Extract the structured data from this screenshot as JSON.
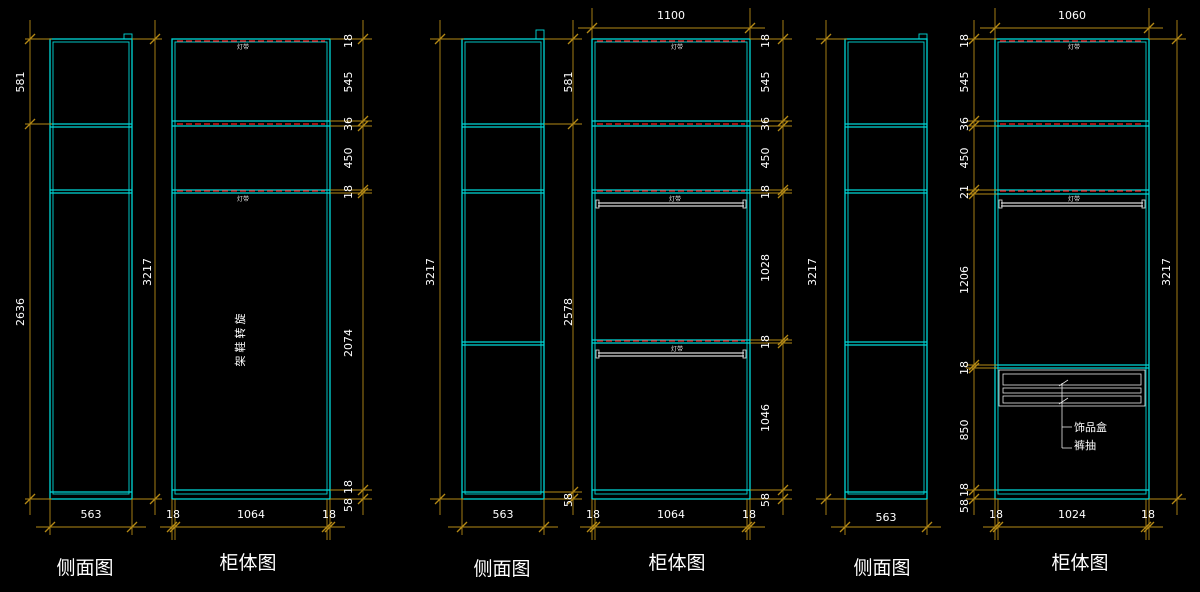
{
  "drawings": [
    {
      "side_view": {
        "caption": "侧面图",
        "width_dim": "563",
        "height_dims": [
          "581",
          "2636"
        ],
        "overall_dim": "3217"
      },
      "cabinet_view": {
        "caption": "柜体图",
        "width_dims": [
          "18",
          "1064",
          "18"
        ],
        "right_dims": [
          "18",
          "545",
          "36",
          "450",
          "18",
          "2074",
          "18",
          "58"
        ],
        "light_labels": [
          "灯带",
          "灯带"
        ],
        "note_lines": [
          "旋",
          "转",
          "鞋",
          "架"
        ]
      }
    },
    {
      "side_view": {
        "caption": "侧面图",
        "width_dim": "563",
        "height_dims": [
          "581",
          "2578",
          "58"
        ],
        "overall_dim": "3217"
      },
      "cabinet_view": {
        "caption": "柜体图",
        "top_dim": "1100",
        "width_dims": [
          "18",
          "1064",
          "18"
        ],
        "right_dims": [
          "18",
          "545",
          "36",
          "450",
          "18",
          "1028",
          "18",
          "1046",
          "58"
        ],
        "light_labels": [
          "灯带",
          "灯带",
          "灯带"
        ]
      }
    },
    {
      "side_view": {
        "caption": "侧面图",
        "width_dim": "563",
        "overall_dim": "3217"
      },
      "cabinet_view": {
        "caption": "柜体图",
        "top_dim": "1060",
        "width_dims": [
          "18",
          "1024",
          "18"
        ],
        "left_dims": [
          "18",
          "545",
          "36",
          "450",
          "21",
          "1206",
          "18",
          "850",
          "18",
          "58"
        ],
        "overall_dim": "3217",
        "light_labels": [
          "灯带",
          "灯带"
        ],
        "callouts": [
          "饰品盒",
          "裤抽"
        ]
      }
    }
  ]
}
